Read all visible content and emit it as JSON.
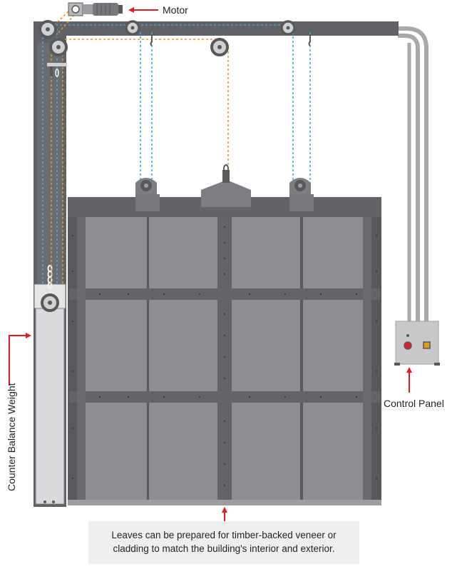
{
  "labels": {
    "motor": "Motor",
    "control_panel": "Control Panel",
    "counter_balance_weight": "Counter Balance Weight",
    "note": "Leaves can be prepared for timber-backed veneer or\ncladding to match the building's interior and exterior."
  },
  "colors": {
    "frame": "#616265",
    "leaf_panel": "#8d8e91",
    "leaf_dark": "#58595b",
    "counterweight": "#d9dadb",
    "cable_blue": "#3fa9e0",
    "cable_orange": "#e39b1f",
    "arrow_red": "#e21b24",
    "pipe": "#a7a9ac",
    "panel_box": "#c8c9cb",
    "note_bg": "#efefef"
  },
  "icons": {
    "motor": "motor-icon",
    "pulley": "pulley-icon",
    "arrow": "red-arrow-icon",
    "emergency_button": "red-stop-button-icon",
    "indicator": "orange-indicator-icon"
  }
}
